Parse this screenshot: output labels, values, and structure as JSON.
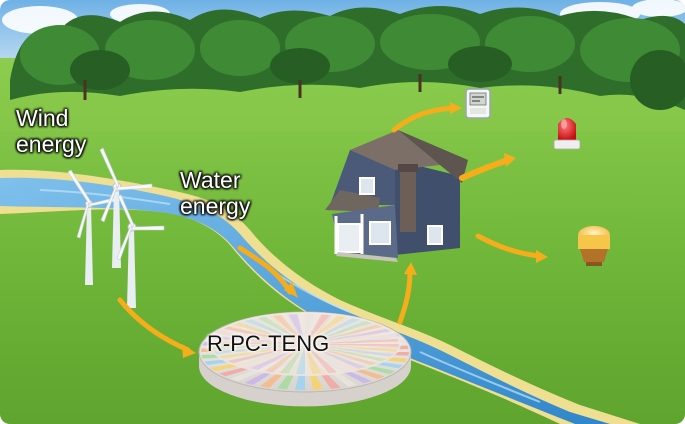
{
  "labels": {
    "wind_line1": "Wind",
    "wind_line2": "energy",
    "water_line1": "Water",
    "water_line2": "energy",
    "device": "R-PC-TENG"
  },
  "icons": {
    "turbines": "wind-turbine-icon",
    "house": "house-icon",
    "hygrometer": "thermo-hygrometer-icon",
    "alarm": "red-alarm-light-icon",
    "bulb": "light-bulb-icon",
    "arrows": "energy-flow-arrow-icon"
  },
  "colors": {
    "sky": "#8fc3ea",
    "grass": "#7cc043",
    "river": "#4f9fd8",
    "sand": "#f1e29a",
    "arrow": "#f5ad1b",
    "house_wall": "#4a5a78",
    "alarm": "#e0161b",
    "bulb": "#f6c64a"
  }
}
